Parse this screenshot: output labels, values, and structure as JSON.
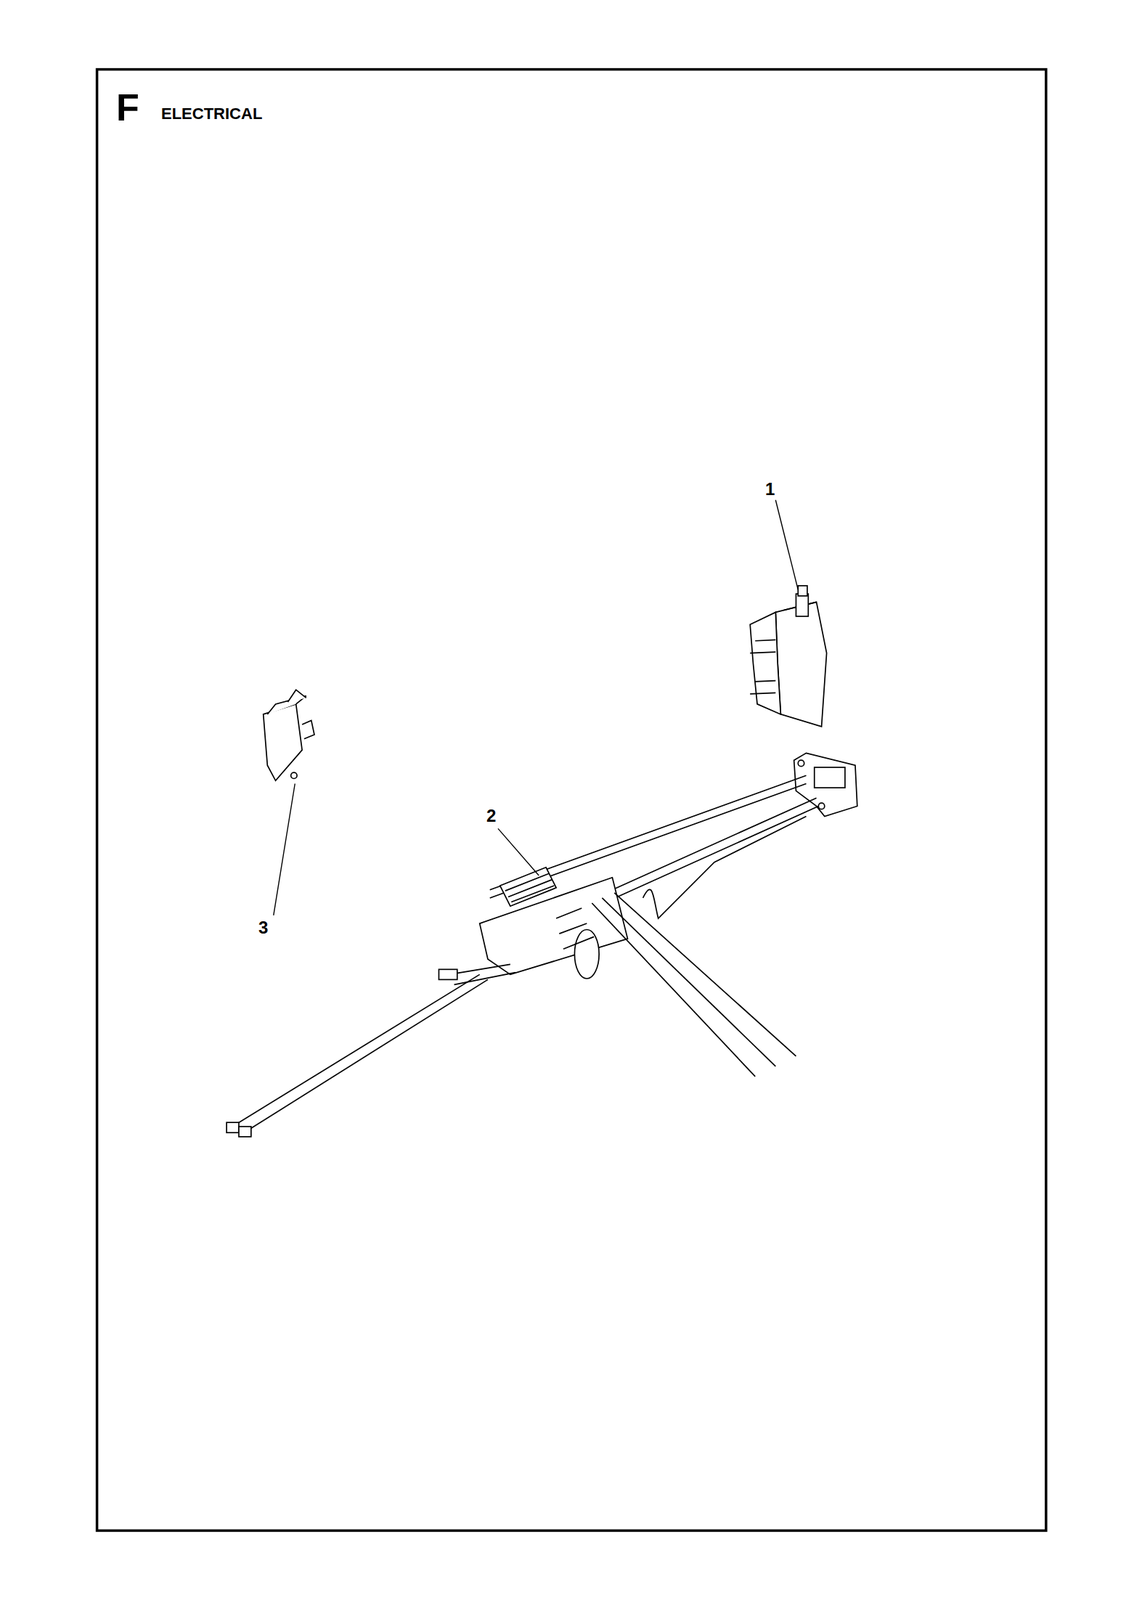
{
  "diagram": {
    "title": "ELECTRICAL",
    "labels": [
      "F",
      "1",
      "2",
      "3"
    ]
  }
}
